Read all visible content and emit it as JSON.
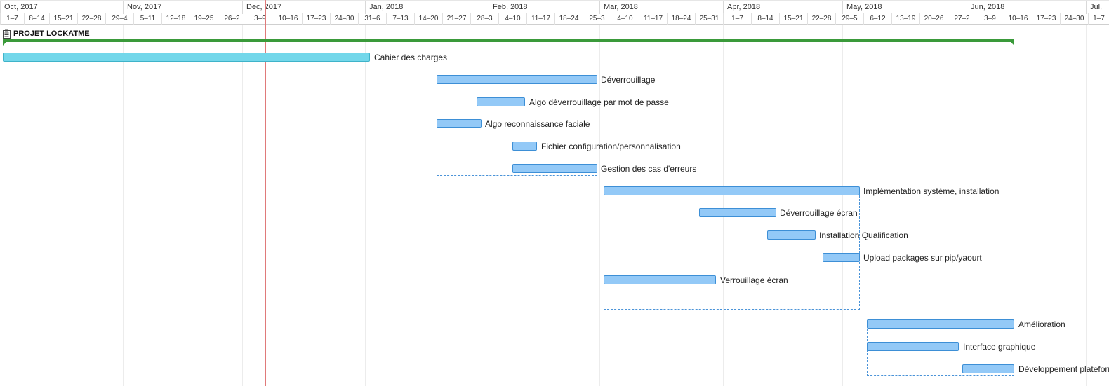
{
  "timeline": {
    "months": [
      {
        "label": "Oct, 2017"
      },
      {
        "label": "Nov, 2017"
      },
      {
        "label": "Dec, 2017"
      },
      {
        "label": "Jan, 2018"
      },
      {
        "label": "Feb, 2018"
      },
      {
        "label": "Mar, 2018"
      },
      {
        "label": "Apr, 2018"
      },
      {
        "label": "May, 2018"
      },
      {
        "label": "Jun, 2018"
      },
      {
        "label": "Jul,"
      }
    ],
    "weeks": [
      "1–7",
      "8–14",
      "15–21",
      "22–28",
      "29–4",
      "5–11",
      "12–18",
      "19–25",
      "26–2",
      "3–9",
      "10–16",
      "17–23",
      "24–30",
      "31–6",
      "7–13",
      "14–20",
      "21–27",
      "28–3",
      "4–10",
      "11–17",
      "18–24",
      "25–3",
      "4–10",
      "11–17",
      "18–24",
      "25–31",
      "1–7",
      "8–14",
      "15–21",
      "22–28",
      "29–5",
      "6–12",
      "13–19",
      "20–26",
      "27–2",
      "3–9",
      "10–16",
      "17–23",
      "24–30",
      "1–7"
    ]
  },
  "project": {
    "title": "PROJET LOCKATME",
    "icon": "document-icon"
  },
  "tasks": [
    {
      "label": "Cahier des charges"
    },
    {
      "label": "Déverrouillage"
    },
    {
      "label": "Algo déverrouillage par mot de passe"
    },
    {
      "label": "Algo reconnaissance faciale"
    },
    {
      "label": "Fichier configuration/personnalisation"
    },
    {
      "label": "Gestion des cas d'erreurs"
    },
    {
      "label": "Implémentation système, installation"
    },
    {
      "label": "Déverrouillage écran"
    },
    {
      "label": "Installation Qualification"
    },
    {
      "label": "Upload packages sur pip/yaourt"
    },
    {
      "label": "Verrouillage écran"
    },
    {
      "label": "Amélioration"
    },
    {
      "label": "Interface graphique"
    },
    {
      "label": "Développement plateforme"
    }
  ],
  "colors": {
    "task_fill": "#93c9f7",
    "task_border": "#3d8fd6",
    "spec_fill": "#73d7ea",
    "project_bar": "#3a9a3a",
    "today_line": "#e07a7a",
    "group_frame": "#4a93d8"
  }
}
